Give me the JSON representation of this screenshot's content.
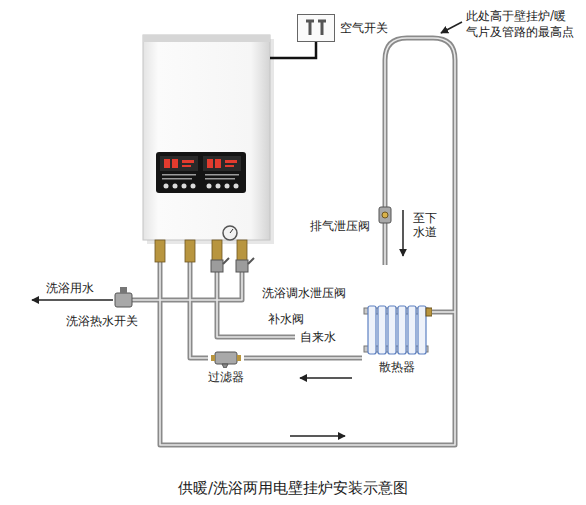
{
  "diagram": {
    "caption": "供暖/洗浴两用电壁挂炉安装示意图",
    "nodes": [
      {
        "text": [
          "空气开关"
        ]
      },
      {
        "text": [
          "散热器"
        ]
      },
      {
        "text": [
          "过滤器"
        ]
      }
    ],
    "edges": [
      {
        "from": 1,
        "to": 2,
        "arrow": "none"
      }
    ],
    "labels": [
      "此处高于壁挂炉/暖气片及管路的最高点",
      "排气泄压阀",
      "至下水道",
      "洗浴调水泄压阀",
      "补水阀",
      "自来水",
      "洗浴用水",
      "洗浴热水开关"
    ]
  }
}
